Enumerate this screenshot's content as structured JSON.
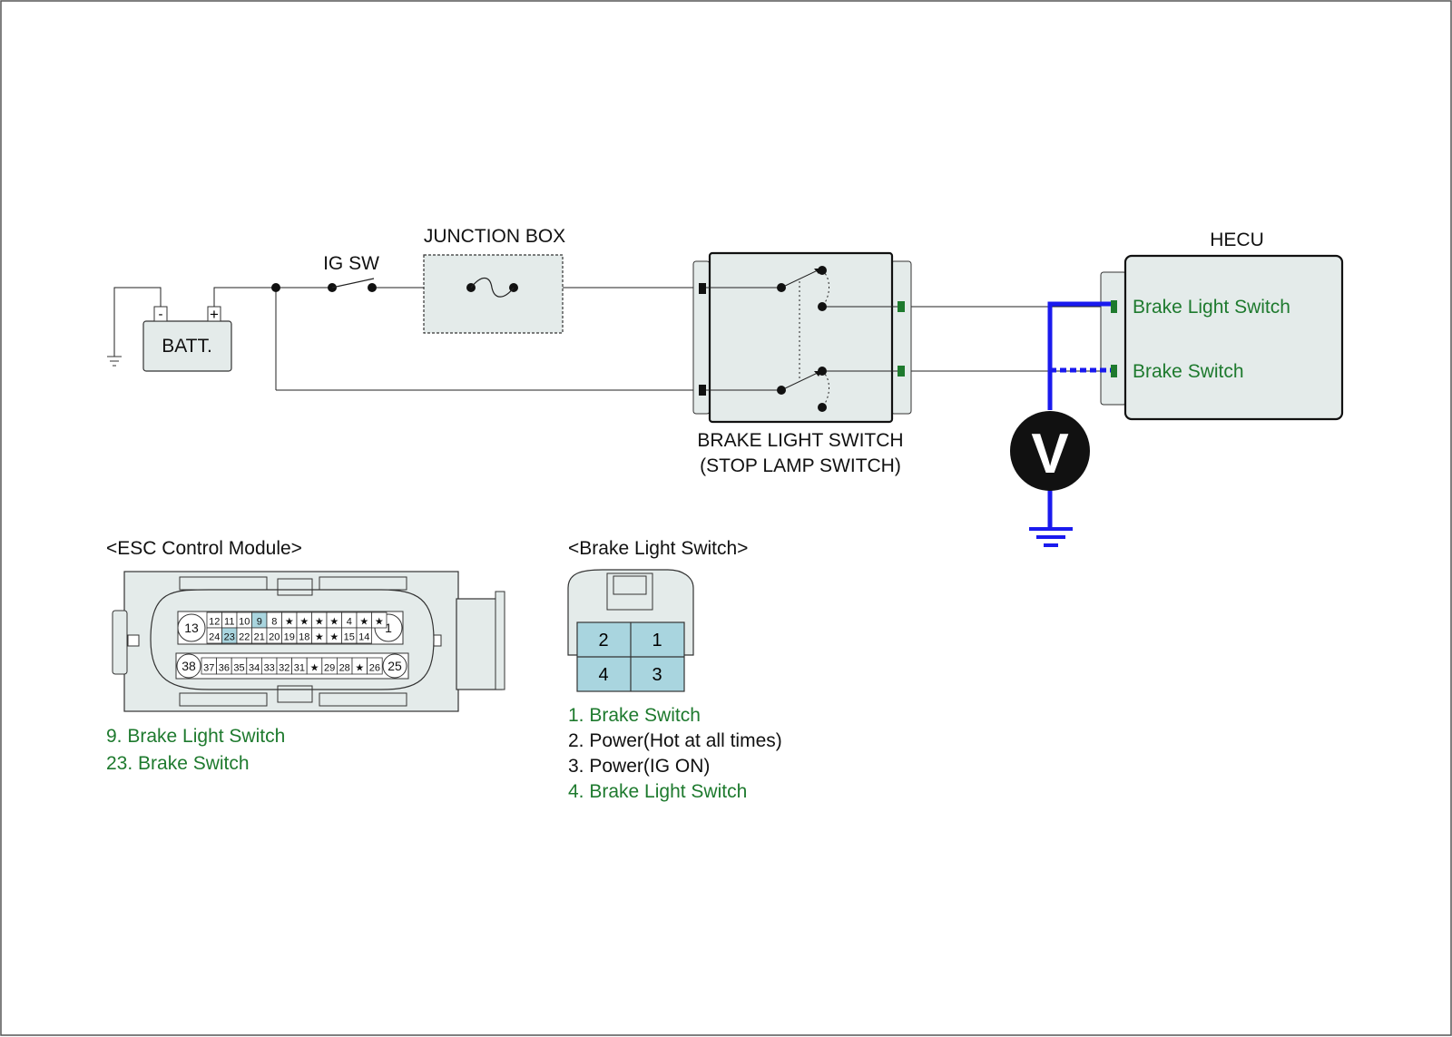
{
  "colors": {
    "accent_green": "#1e7a2e",
    "meter_wire": "#1a1aee",
    "connector_fill": "#e4ebea",
    "pin_highlight": "#a9d5df"
  },
  "schematic": {
    "battery_label": "BATT.",
    "battery_neg": "-",
    "battery_pos": "+",
    "ig_sw_label": "IG SW",
    "junction_box_label": "JUNCTION BOX",
    "brake_switch_label_line1": "BRAKE LIGHT SWITCH",
    "brake_switch_label_line2": "(STOP LAMP SWITCH)",
    "hecu_label": "HECU",
    "hecu_pin1_label": "Brake Light Switch",
    "hecu_pin2_label": "Brake Switch",
    "meter_label": "V",
    "meter_icon": "voltmeter-icon",
    "ground_icon": "ground-icon"
  },
  "esc_connector": {
    "title": "<ESC Control Module>",
    "big_pins": [
      "13",
      "1",
      "38",
      "25"
    ],
    "row1": [
      "12",
      "11",
      "10",
      "9",
      "8",
      "★",
      "★",
      "★",
      "★",
      "4",
      "★",
      "★"
    ],
    "row2": [
      "24",
      "23",
      "22",
      "21",
      "20",
      "19",
      "18",
      "★",
      "★",
      "15",
      "14"
    ],
    "row3": [
      "37",
      "36",
      "35",
      "34",
      "33",
      "32",
      "31",
      "★",
      "29",
      "28",
      "★",
      "26"
    ],
    "highlighted": [
      "9",
      "23"
    ],
    "legend": [
      "9. Brake Light Switch",
      "23. Brake Switch"
    ]
  },
  "bls_connector": {
    "title": "<Brake Light Switch>",
    "pins": [
      "2",
      "1",
      "4",
      "3"
    ],
    "legend": [
      {
        "text": "1. Brake Switch",
        "highlight": true
      },
      {
        "text": "2. Power(Hot at all times)",
        "highlight": false
      },
      {
        "text": "3. Power(IG ON)",
        "highlight": false
      },
      {
        "text": "4. Brake Light Switch",
        "highlight": true
      }
    ]
  }
}
